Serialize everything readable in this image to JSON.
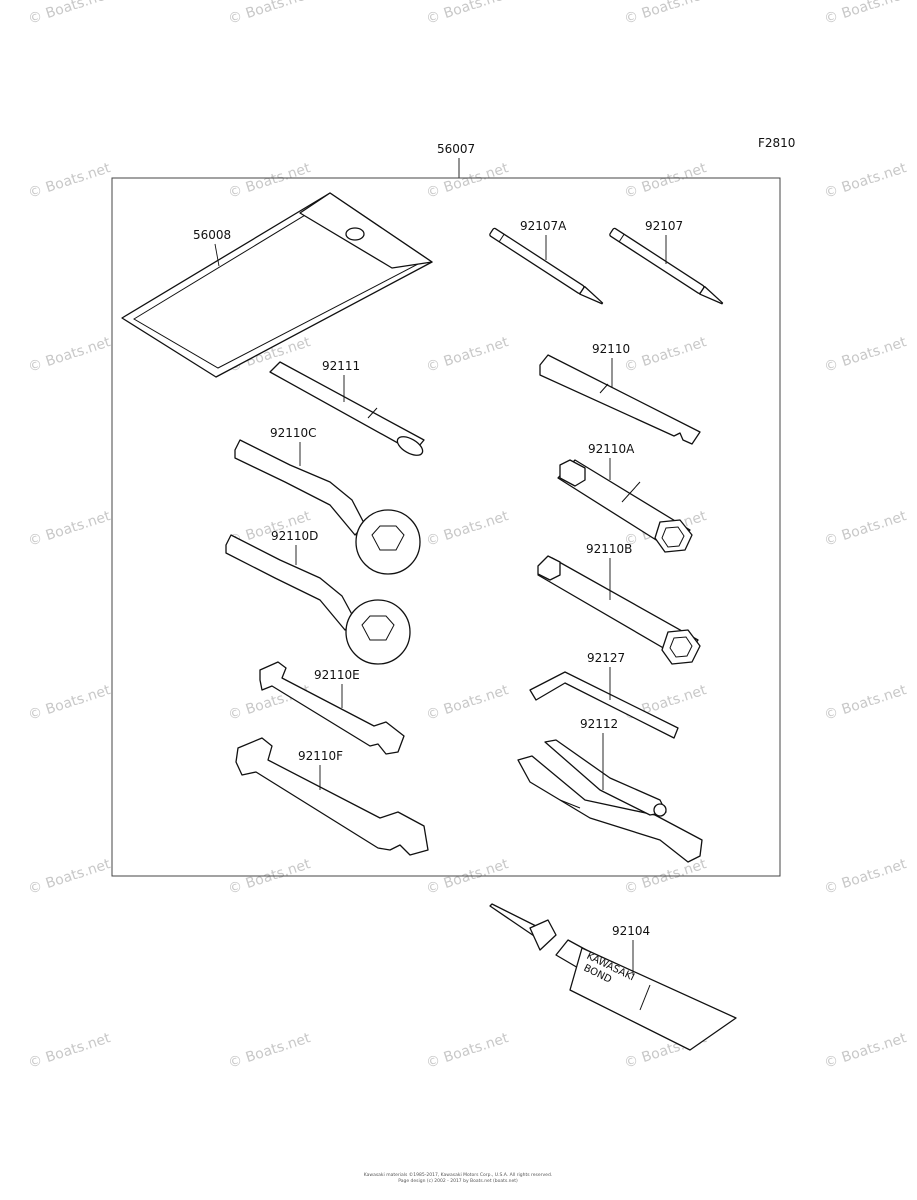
{
  "figure_code": "F2810",
  "watermark": "© Boats.net",
  "parts": {
    "kit": "56007",
    "case": "56008",
    "screwdriver_a": "92107A",
    "screwdriver": "92107",
    "handle": "92111",
    "wrench_flat": "92110",
    "ring_c": "92110C",
    "socket_a": "92110A",
    "ring_d": "92110D",
    "socket_b": "92110B",
    "hex_key": "92127",
    "spanner_e": "92110E",
    "pliers": "92112",
    "spanner_f": "92110F",
    "bond": "92104"
  },
  "tube_text": [
    "KAWASAKI",
    "BOND"
  ],
  "footer": [
    "Kawasaki materials ©1985-2017, Kawasaki Motors Corp., U.S.A. All rights reserved.",
    "Page design (c) 2002 - 2017 by Boats.net (boats.net)"
  ]
}
